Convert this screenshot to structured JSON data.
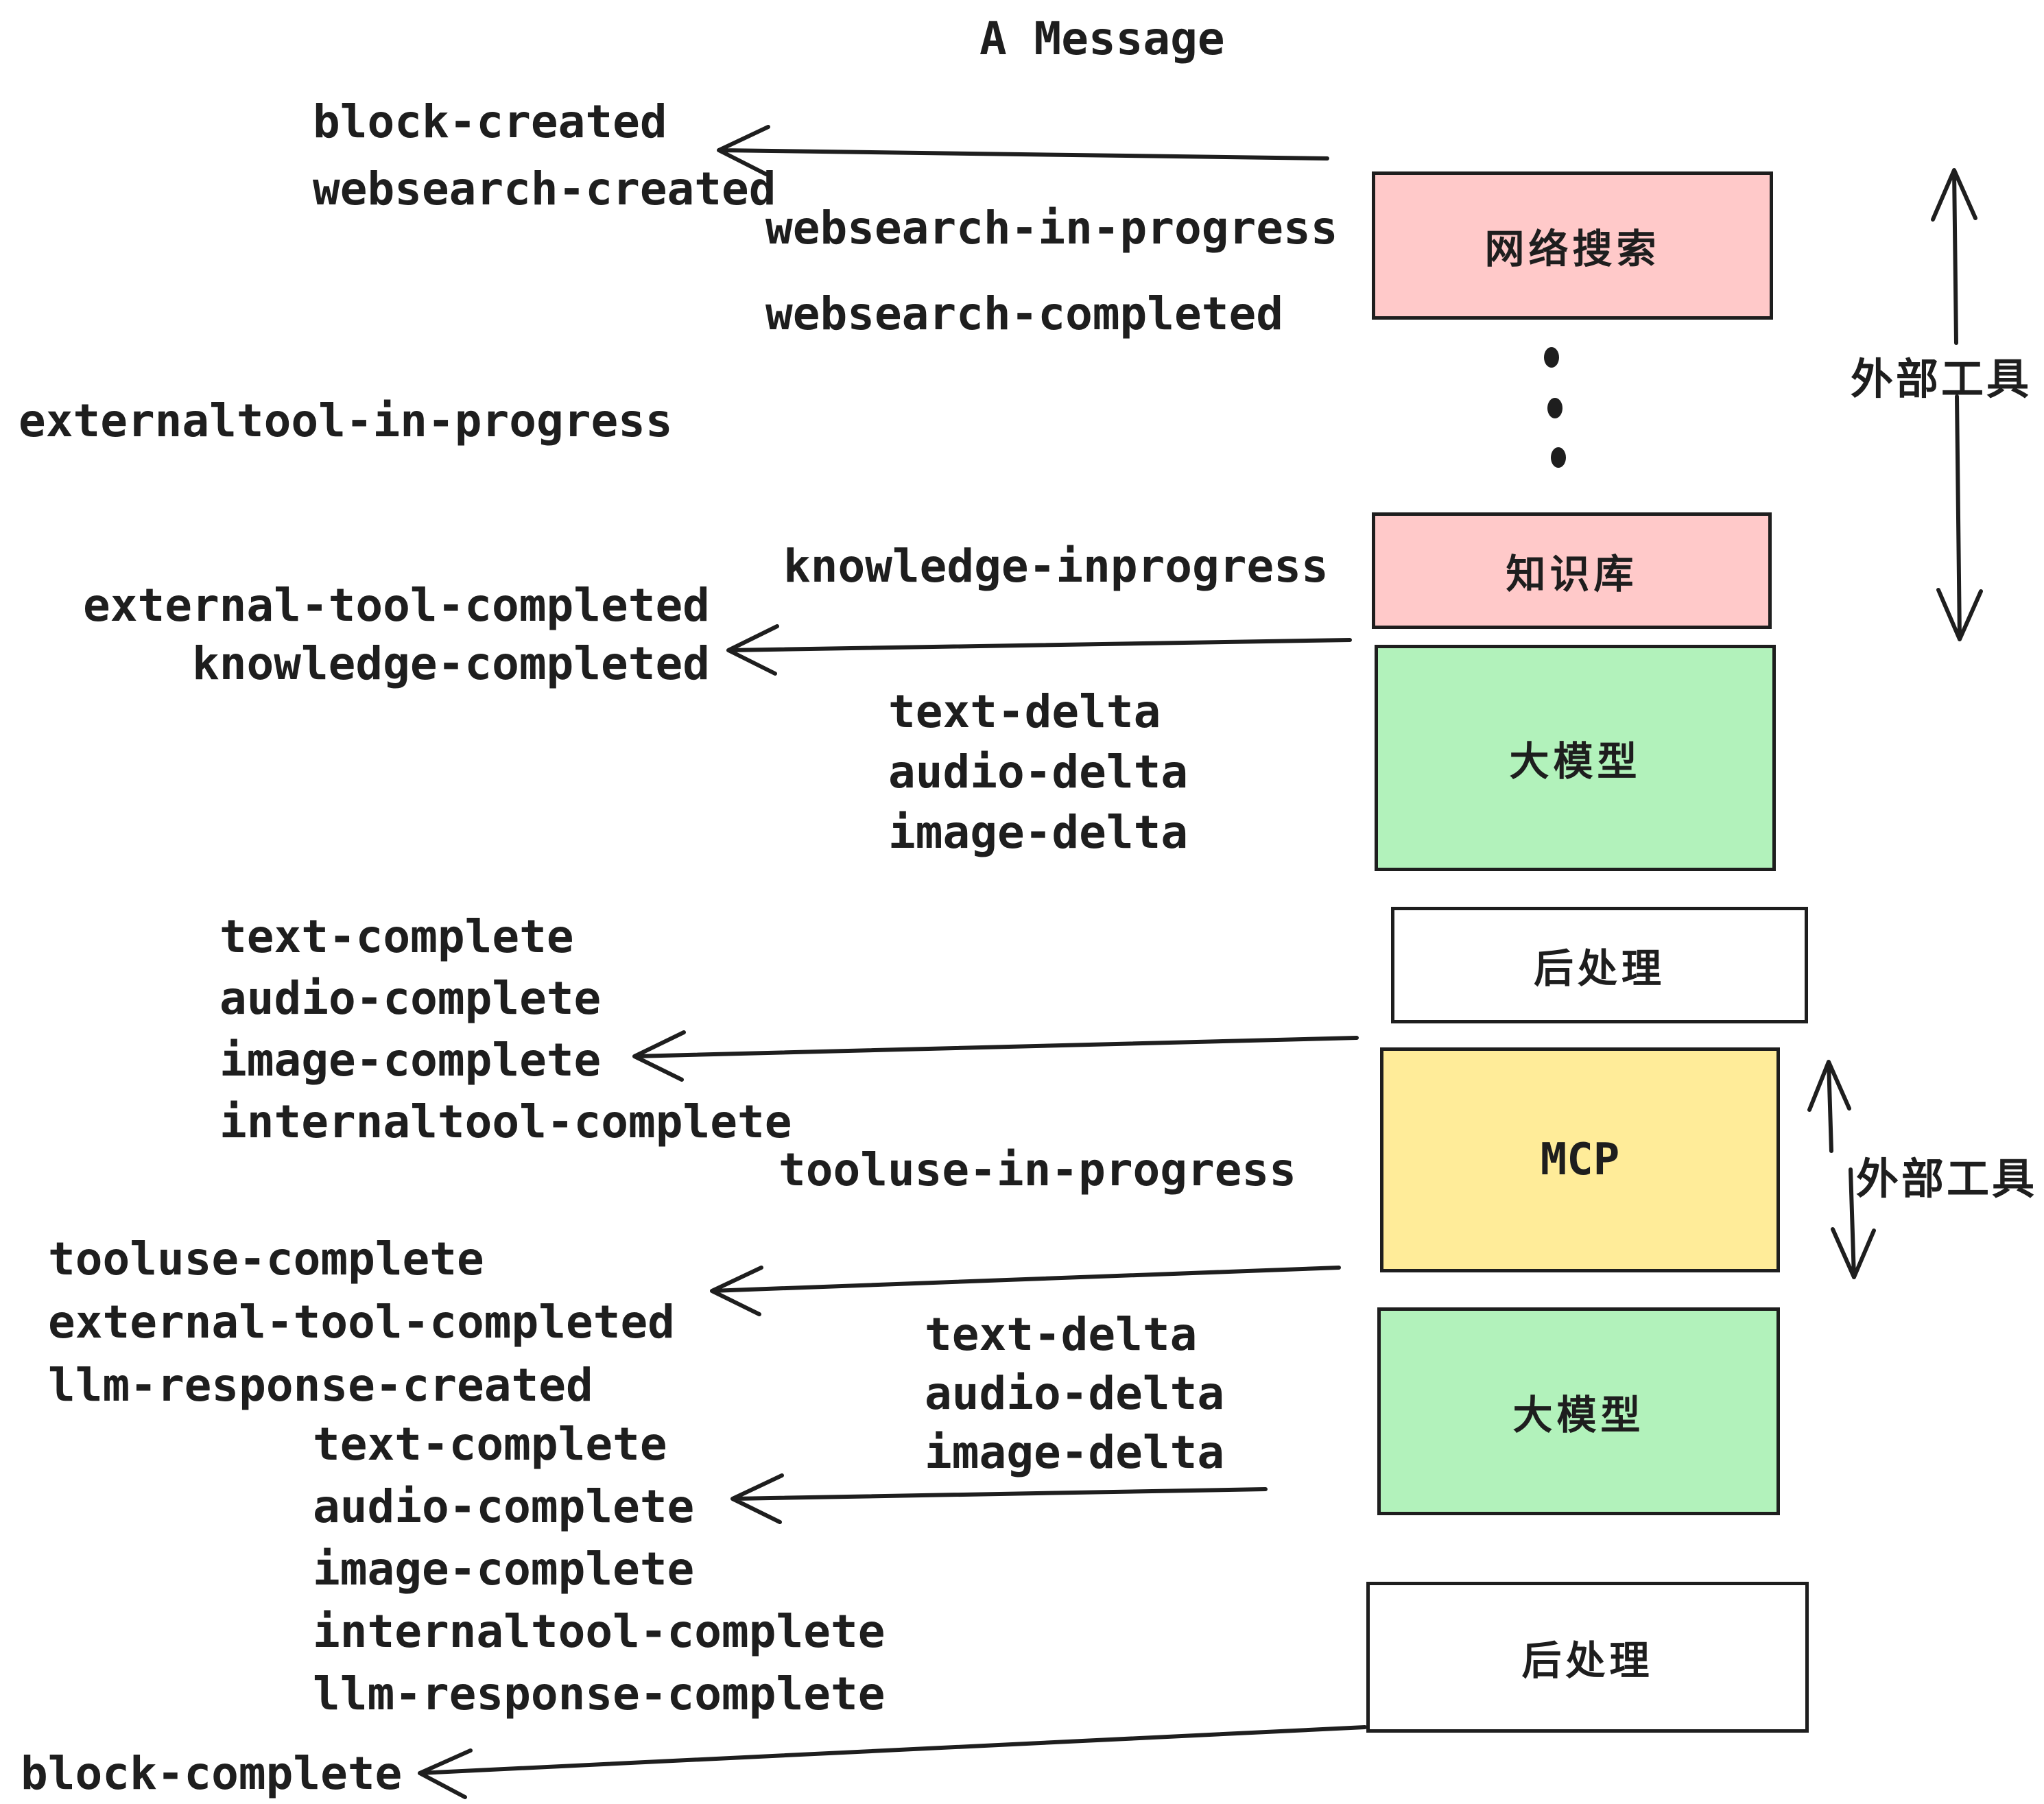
{
  "title": "A Message",
  "colors": {
    "pink": "#ffc9c9",
    "green": "#b2f2bb",
    "yellow": "#ffec99",
    "ink": "#1e1e1e",
    "paper": "#ffffff"
  },
  "boxes": {
    "websearch": "网络搜索",
    "knowledge": "知识库",
    "llm1": "大模型",
    "post1": "后处理",
    "mcp": "MCP",
    "llm2": "大模型",
    "post2": "后处理"
  },
  "side_labels": {
    "external_tools_top": "外部工具",
    "external_tools_mcp": "外部工具"
  },
  "events": {
    "block_created": "block-created",
    "websearch_created": "websearch-created",
    "websearch_in_progress": "websearch-in-progress",
    "websearch_completed": "websearch-completed",
    "externaltool_in_progress": "externaltool-in-progress",
    "knowledge_inprogress": "knowledge-inprogress",
    "external_tool_completed": "external-tool-completed",
    "knowledge_completed": "knowledge-completed",
    "tooluse_in_progress": "tooluse-in-progress",
    "tooluse_complete": "tooluse-complete",
    "external_tool_completed_2": "external-tool-completed",
    "llm_response_created": "llm-response-created",
    "block_complete": "block-complete"
  },
  "groups": {
    "delta_1": [
      "text-delta",
      "audio-delta",
      "image-delta"
    ],
    "complete_1": [
      "text-complete",
      "audio-complete",
      "image-complete",
      "internaltool-complete"
    ],
    "delta_2": [
      "text-delta",
      "audio-delta",
      "image-delta"
    ],
    "complete_2": [
      "text-complete",
      "audio-complete",
      "image-complete",
      "internaltool-complete",
      "llm-response-complete"
    ]
  }
}
